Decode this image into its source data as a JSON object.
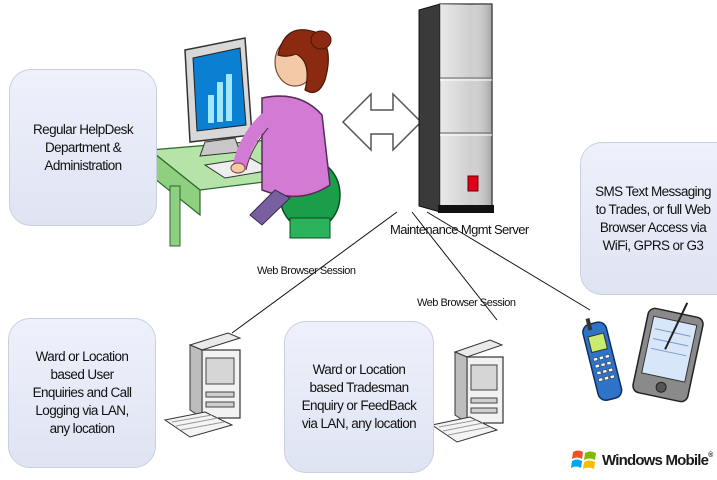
{
  "boxes": {
    "helpdesk": "Regular HelpDesk Department & Administration",
    "sms": "SMS Text Messaging to Trades, or full Web Browser Access via WiFi, GPRS or G3",
    "ward_user": "Ward or Location based User Enquiries and Call Logging via LAN, any location",
    "ward_trades": "Ward or Location based Tradesman Enquiry or FeedBack via LAN, any location"
  },
  "labels": {
    "server": "Maintenance Mgmt Server",
    "session_left": "Web Browser Session",
    "session_right": "Web Browser Session"
  },
  "branding": {
    "windows_mobile": "Windows Mobile",
    "trademark": "®"
  },
  "colors": {
    "box_fill": "#e3e7f5",
    "accent_red": "#e0001b"
  },
  "icons": [
    "helpdesk-user-at-computer",
    "bidirectional-arrow",
    "tower-server",
    "desktop-pc",
    "mobile-phone",
    "pda",
    "windows-flag-logo"
  ]
}
